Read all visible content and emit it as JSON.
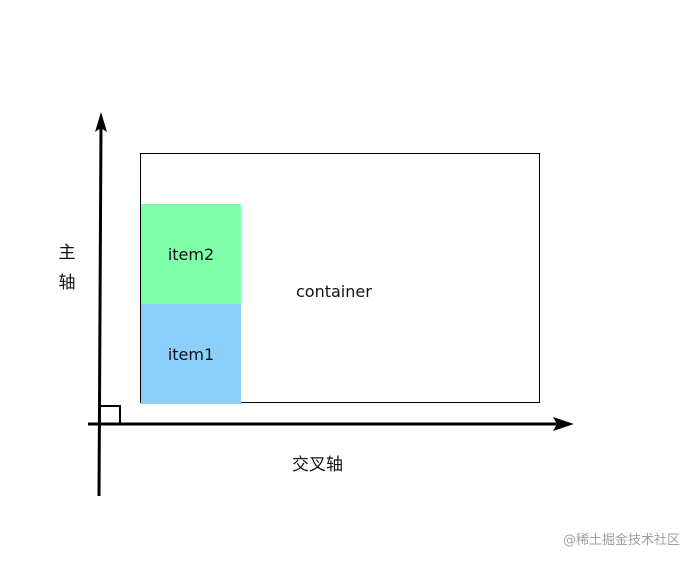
{
  "diagram": {
    "container_label": "container",
    "items": [
      {
        "label": "item2",
        "color": "#80ffaa"
      },
      {
        "label": "item1",
        "color": "#8ccffb"
      }
    ],
    "main_axis_label": "主轴",
    "cross_axis_label": "交叉轴",
    "watermark": "@稀土掘金技术社区"
  }
}
